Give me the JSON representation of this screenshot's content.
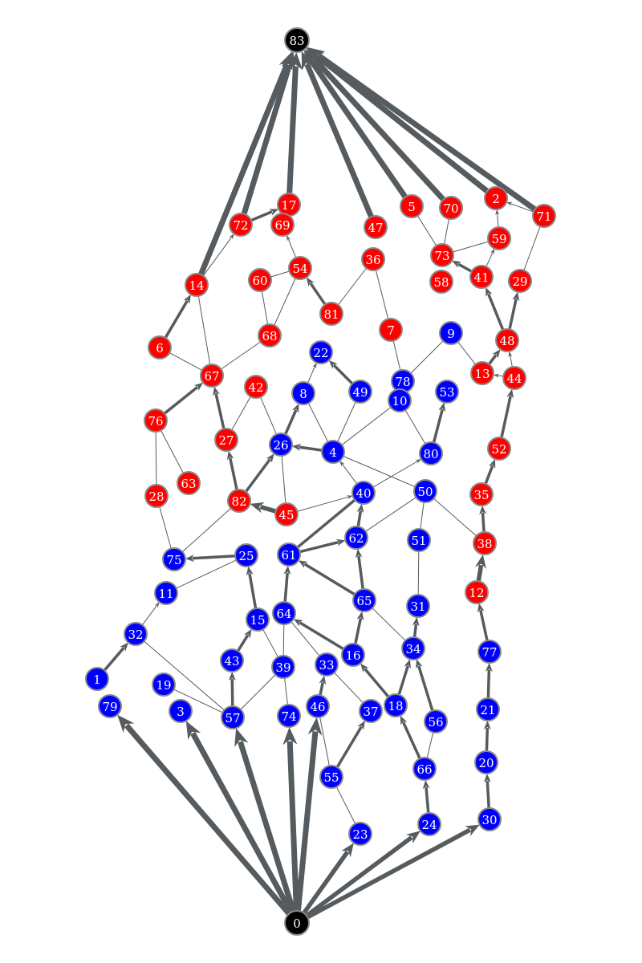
{
  "colors": {
    "red": "#ff0000",
    "blue": "#0000ff",
    "black": "#000000",
    "edge": "#555b5e"
  },
  "nodes": [
    {
      "id": "83",
      "color": "black"
    },
    {
      "id": "0",
      "color": "black"
    },
    {
      "id": "17",
      "color": "red"
    },
    {
      "id": "72",
      "color": "red"
    },
    {
      "id": "69",
      "color": "red"
    },
    {
      "id": "14",
      "color": "red"
    },
    {
      "id": "6",
      "color": "red"
    },
    {
      "id": "67",
      "color": "red"
    },
    {
      "id": "60",
      "color": "red"
    },
    {
      "id": "54",
      "color": "red"
    },
    {
      "id": "68",
      "color": "red"
    },
    {
      "id": "81",
      "color": "red"
    },
    {
      "id": "47",
      "color": "red"
    },
    {
      "id": "36",
      "color": "red"
    },
    {
      "id": "7",
      "color": "red"
    },
    {
      "id": "5",
      "color": "red"
    },
    {
      "id": "70",
      "color": "red"
    },
    {
      "id": "73",
      "color": "red"
    },
    {
      "id": "58",
      "color": "red"
    },
    {
      "id": "2",
      "color": "red"
    },
    {
      "id": "59",
      "color": "red"
    },
    {
      "id": "41",
      "color": "red"
    },
    {
      "id": "71",
      "color": "red"
    },
    {
      "id": "29",
      "color": "red"
    },
    {
      "id": "48",
      "color": "red"
    },
    {
      "id": "13",
      "color": "red"
    },
    {
      "id": "44",
      "color": "red"
    },
    {
      "id": "52",
      "color": "red"
    },
    {
      "id": "35",
      "color": "red"
    },
    {
      "id": "38",
      "color": "red"
    },
    {
      "id": "12",
      "color": "red"
    },
    {
      "id": "42",
      "color": "red"
    },
    {
      "id": "27",
      "color": "red"
    },
    {
      "id": "76",
      "color": "red"
    },
    {
      "id": "28",
      "color": "red"
    },
    {
      "id": "63",
      "color": "red"
    },
    {
      "id": "82",
      "color": "red"
    },
    {
      "id": "45",
      "color": "red"
    },
    {
      "id": "9",
      "color": "blue"
    },
    {
      "id": "22",
      "color": "blue"
    },
    {
      "id": "8",
      "color": "blue"
    },
    {
      "id": "49",
      "color": "blue"
    },
    {
      "id": "78",
      "color": "blue"
    },
    {
      "id": "10",
      "color": "blue"
    },
    {
      "id": "53",
      "color": "blue"
    },
    {
      "id": "26",
      "color": "blue"
    },
    {
      "id": "4",
      "color": "blue"
    },
    {
      "id": "80",
      "color": "blue"
    },
    {
      "id": "40",
      "color": "blue"
    },
    {
      "id": "50",
      "color": "blue"
    },
    {
      "id": "62",
      "color": "blue"
    },
    {
      "id": "61",
      "color": "blue"
    },
    {
      "id": "51",
      "color": "blue"
    },
    {
      "id": "75",
      "color": "blue"
    },
    {
      "id": "25",
      "color": "blue"
    },
    {
      "id": "11",
      "color": "blue"
    },
    {
      "id": "65",
      "color": "blue"
    },
    {
      "id": "31",
      "color": "blue"
    },
    {
      "id": "64",
      "color": "blue"
    },
    {
      "id": "15",
      "color": "blue"
    },
    {
      "id": "32",
      "color": "blue"
    },
    {
      "id": "34",
      "color": "blue"
    },
    {
      "id": "77",
      "color": "blue"
    },
    {
      "id": "43",
      "color": "blue"
    },
    {
      "id": "39",
      "color": "blue"
    },
    {
      "id": "33",
      "color": "blue"
    },
    {
      "id": "16",
      "color": "blue"
    },
    {
      "id": "1",
      "color": "blue"
    },
    {
      "id": "19",
      "color": "blue"
    },
    {
      "id": "79",
      "color": "blue"
    },
    {
      "id": "3",
      "color": "blue"
    },
    {
      "id": "57",
      "color": "blue"
    },
    {
      "id": "74",
      "color": "blue"
    },
    {
      "id": "46",
      "color": "blue"
    },
    {
      "id": "37",
      "color": "blue"
    },
    {
      "id": "18",
      "color": "blue"
    },
    {
      "id": "56",
      "color": "blue"
    },
    {
      "id": "21",
      "color": "blue"
    },
    {
      "id": "55",
      "color": "blue"
    },
    {
      "id": "66",
      "color": "blue"
    },
    {
      "id": "20",
      "color": "blue"
    },
    {
      "id": "23",
      "color": "blue"
    },
    {
      "id": "24",
      "color": "blue"
    },
    {
      "id": "30",
      "color": "blue"
    }
  ],
  "edges": [
    {
      "from": "14",
      "to": "83",
      "w": "xl",
      "dir": true
    },
    {
      "from": "72",
      "to": "83",
      "w": "xl",
      "dir": true
    },
    {
      "from": "17",
      "to": "83",
      "w": "xl",
      "dir": true
    },
    {
      "from": "47",
      "to": "83",
      "w": "xl",
      "dir": true
    },
    {
      "from": "5",
      "to": "83",
      "w": "xl",
      "dir": true
    },
    {
      "from": "70",
      "to": "83",
      "w": "xl",
      "dir": true
    },
    {
      "from": "2",
      "to": "83",
      "w": "xl",
      "dir": true
    },
    {
      "from": "71",
      "to": "83",
      "w": "xl",
      "dir": true
    },
    {
      "from": "0",
      "to": "79",
      "w": "xl",
      "dir": true
    },
    {
      "from": "0",
      "to": "3",
      "w": "xl",
      "dir": true
    },
    {
      "from": "0",
      "to": "57",
      "w": "xl",
      "dir": true
    },
    {
      "from": "0",
      "to": "74",
      "w": "xl",
      "dir": true
    },
    {
      "from": "0",
      "to": "46",
      "w": "xl",
      "dir": true
    },
    {
      "from": "0",
      "to": "23",
      "w": "l",
      "dir": true
    },
    {
      "from": "0",
      "to": "24",
      "w": "l",
      "dir": true
    },
    {
      "from": "0",
      "to": "30",
      "w": "l",
      "dir": true
    },
    {
      "from": "72",
      "to": "17",
      "w": "m",
      "dir": true
    },
    {
      "from": "14",
      "to": "72",
      "w": "s",
      "dir": true
    },
    {
      "from": "6",
      "to": "14",
      "w": "m",
      "dir": true
    },
    {
      "from": "54",
      "to": "69",
      "w": "s",
      "dir": true
    },
    {
      "from": "81",
      "to": "54",
      "w": "m",
      "dir": true
    },
    {
      "from": "73",
      "to": "5",
      "w": "s",
      "dir": false
    },
    {
      "from": "73",
      "to": "70",
      "w": "s",
      "dir": false
    },
    {
      "from": "59",
      "to": "2",
      "w": "s",
      "dir": true
    },
    {
      "from": "71",
      "to": "2",
      "w": "s",
      "dir": true
    },
    {
      "from": "73",
      "to": "59",
      "w": "s",
      "dir": false
    },
    {
      "from": "41",
      "to": "73",
      "w": "m",
      "dir": true
    },
    {
      "from": "41",
      "to": "59",
      "w": "s",
      "dir": true
    },
    {
      "from": "48",
      "to": "41",
      "w": "m",
      "dir": true
    },
    {
      "from": "48",
      "to": "29",
      "w": "m",
      "dir": true
    },
    {
      "from": "29",
      "to": "71",
      "w": "s",
      "dir": false
    },
    {
      "from": "13",
      "to": "48",
      "w": "m",
      "dir": true
    },
    {
      "from": "44",
      "to": "13",
      "w": "s",
      "dir": true
    },
    {
      "from": "44",
      "to": "48",
      "w": "s",
      "dir": true
    },
    {
      "from": "9",
      "to": "13",
      "w": "s",
      "dir": false
    },
    {
      "from": "52",
      "to": "44",
      "w": "m",
      "dir": true
    },
    {
      "from": "35",
      "to": "52",
      "w": "m",
      "dir": true
    },
    {
      "from": "38",
      "to": "35",
      "w": "m",
      "dir": true
    },
    {
      "from": "12",
      "to": "38",
      "w": "l",
      "dir": true
    },
    {
      "from": "77",
      "to": "12",
      "w": "m",
      "dir": true
    },
    {
      "from": "21",
      "to": "77",
      "w": "m",
      "dir": true
    },
    {
      "from": "20",
      "to": "21",
      "w": "m",
      "dir": true
    },
    {
      "from": "30",
      "to": "20",
      "w": "m",
      "dir": true
    },
    {
      "from": "36",
      "to": "81",
      "w": "s",
      "dir": false
    },
    {
      "from": "36",
      "to": "7",
      "w": "s",
      "dir": false
    },
    {
      "from": "7",
      "to": "78",
      "w": "s",
      "dir": false
    },
    {
      "from": "9",
      "to": "78",
      "w": "s",
      "dir": false
    },
    {
      "from": "60",
      "to": "54",
      "w": "s",
      "dir": false
    },
    {
      "from": "60",
      "to": "68",
      "w": "s",
      "dir": false
    },
    {
      "from": "54",
      "to": "68",
      "w": "s",
      "dir": false
    },
    {
      "from": "68",
      "to": "67",
      "w": "s",
      "dir": false
    },
    {
      "from": "14",
      "to": "67",
      "w": "s",
      "dir": false
    },
    {
      "from": "6",
      "to": "67",
      "w": "s",
      "dir": false
    },
    {
      "from": "76",
      "to": "67",
      "w": "m",
      "dir": true
    },
    {
      "from": "27",
      "to": "67",
      "w": "m",
      "dir": true
    },
    {
      "from": "42",
      "to": "27",
      "w": "s",
      "dir": false
    },
    {
      "from": "42",
      "to": "26",
      "w": "s",
      "dir": false
    },
    {
      "from": "82",
      "to": "27",
      "w": "m",
      "dir": true
    },
    {
      "from": "82",
      "to": "26",
      "w": "m",
      "dir": true
    },
    {
      "from": "76",
      "to": "28",
      "w": "s",
      "dir": false
    },
    {
      "from": "76",
      "to": "63",
      "w": "s",
      "dir": false
    },
    {
      "from": "28",
      "to": "75",
      "w": "s",
      "dir": false
    },
    {
      "from": "45",
      "to": "82",
      "w": "l",
      "dir": true
    },
    {
      "from": "45",
      "to": "40",
      "w": "s",
      "dir": true
    },
    {
      "from": "45",
      "to": "26",
      "w": "s",
      "dir": false
    },
    {
      "from": "26",
      "to": "8",
      "w": "m",
      "dir": true
    },
    {
      "from": "4",
      "to": "26",
      "w": "m",
      "dir": true
    },
    {
      "from": "8",
      "to": "22",
      "w": "s",
      "dir": true
    },
    {
      "from": "49",
      "to": "22",
      "w": "m",
      "dir": true
    },
    {
      "from": "4",
      "to": "49",
      "w": "s",
      "dir": false
    },
    {
      "from": "8",
      "to": "4",
      "w": "s",
      "dir": false
    },
    {
      "from": "4",
      "to": "10",
      "w": "s",
      "dir": false
    },
    {
      "from": "10",
      "to": "80",
      "w": "s",
      "dir": false
    },
    {
      "from": "80",
      "to": "53",
      "w": "m",
      "dir": true
    },
    {
      "from": "40",
      "to": "4",
      "w": "s",
      "dir": true
    },
    {
      "from": "50",
      "to": "4",
      "w": "s",
      "dir": false
    },
    {
      "from": "40",
      "to": "80",
      "w": "s",
      "dir": true
    },
    {
      "from": "62",
      "to": "40",
      "w": "m",
      "dir": true
    },
    {
      "from": "50",
      "to": "62",
      "w": "s",
      "dir": false
    },
    {
      "from": "50",
      "to": "51",
      "w": "s",
      "dir": false
    },
    {
      "from": "50",
      "to": "38",
      "w": "s",
      "dir": false
    },
    {
      "from": "61",
      "to": "40",
      "w": "m",
      "dir": false
    },
    {
      "from": "61",
      "to": "62",
      "w": "m",
      "dir": true
    },
    {
      "from": "65",
      "to": "62",
      "w": "m",
      "dir": true
    },
    {
      "from": "65",
      "to": "61",
      "w": "m",
      "dir": true
    },
    {
      "from": "64",
      "to": "61",
      "w": "m",
      "dir": true
    },
    {
      "from": "82",
      "to": "75",
      "w": "s",
      "dir": false
    },
    {
      "from": "25",
      "to": "75",
      "w": "m",
      "dir": true
    },
    {
      "from": "15",
      "to": "25",
      "w": "m",
      "dir": true
    },
    {
      "from": "11",
      "to": "25",
      "w": "s",
      "dir": false
    },
    {
      "from": "32",
      "to": "11",
      "w": "s",
      "dir": true
    },
    {
      "from": "1",
      "to": "32",
      "w": "m",
      "dir": true
    },
    {
      "from": "32",
      "to": "57",
      "w": "s",
      "dir": false
    },
    {
      "from": "19",
      "to": "57",
      "w": "s",
      "dir": false
    },
    {
      "from": "43",
      "to": "15",
      "w": "m",
      "dir": true
    },
    {
      "from": "57",
      "to": "43",
      "w": "m",
      "dir": true
    },
    {
      "from": "15",
      "to": "39",
      "w": "s",
      "dir": false
    },
    {
      "from": "64",
      "to": "39",
      "w": "s",
      "dir": false
    },
    {
      "from": "39",
      "to": "74",
      "w": "s",
      "dir": false
    },
    {
      "from": "39",
      "to": "57",
      "w": "s",
      "dir": false
    },
    {
      "from": "64",
      "to": "33",
      "w": "s",
      "dir": false
    },
    {
      "from": "16",
      "to": "64",
      "w": "m",
      "dir": true
    },
    {
      "from": "16",
      "to": "65",
      "w": "m",
      "dir": true
    },
    {
      "from": "65",
      "to": "34",
      "w": "s",
      "dir": false
    },
    {
      "from": "51",
      "to": "31",
      "w": "s",
      "dir": false
    },
    {
      "from": "34",
      "to": "31",
      "w": "m",
      "dir": true
    },
    {
      "from": "18",
      "to": "34",
      "w": "m",
      "dir": true
    },
    {
      "from": "56",
      "to": "34",
      "w": "m",
      "dir": true
    },
    {
      "from": "18",
      "to": "16",
      "w": "m",
      "dir": true
    },
    {
      "from": "66",
      "to": "18",
      "w": "m",
      "dir": true
    },
    {
      "from": "24",
      "to": "66",
      "w": "m",
      "dir": true
    },
    {
      "from": "33",
      "to": "37",
      "w": "s",
      "dir": false
    },
    {
      "from": "46",
      "to": "33",
      "w": "m",
      "dir": true
    },
    {
      "from": "55",
      "to": "37",
      "w": "m",
      "dir": true
    },
    {
      "from": "46",
      "to": "55",
      "w": "s",
      "dir": false
    },
    {
      "from": "55",
      "to": "23",
      "w": "s",
      "dir": false
    },
    {
      "from": "56",
      "to": "66",
      "w": "s",
      "dir": false
    }
  ]
}
